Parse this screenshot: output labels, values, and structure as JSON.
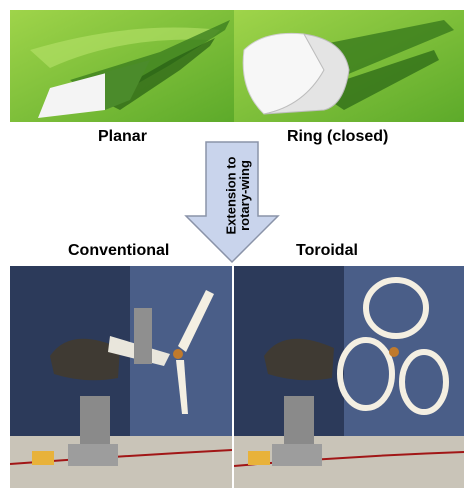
{
  "top_labels": {
    "left": "Planar",
    "right": "Ring (closed)"
  },
  "arrow_text": {
    "line1": "Extension to",
    "line2": "rotary-wing"
  },
  "bottom_labels": {
    "left": "Conventional",
    "right": "Toroidal"
  },
  "colors": {
    "sim_background": "#7cc23a",
    "wing_white": "#f2f2f2",
    "arrow_fill": "#c9d4ec",
    "photo_wall": "#2c3a5a",
    "propeller": "#f4efe2"
  }
}
